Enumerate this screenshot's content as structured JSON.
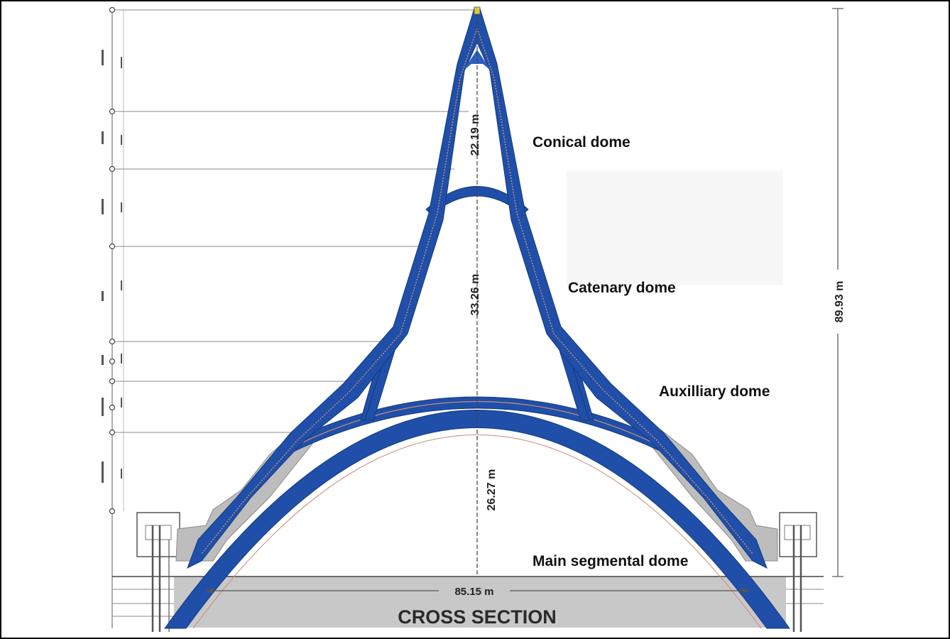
{
  "labels": {
    "conical": "Conical dome",
    "catenary": "Catenary dome",
    "auxiliary": "Auxilliary dome",
    "main": "Main segmental dome"
  },
  "dimensions": {
    "conical_height": "22.19 m",
    "catenary_height": "33.26 m",
    "main_height": "26.27 m",
    "total_height": "89.93 m",
    "span": "85.15 m"
  },
  "title": "CROSS SECTION",
  "colors": {
    "shell": "#1f4fa8",
    "shell_dark": "#163a80",
    "infill": "#bdbdbd",
    "line": "#555555",
    "brick": "#c98b7a"
  }
}
